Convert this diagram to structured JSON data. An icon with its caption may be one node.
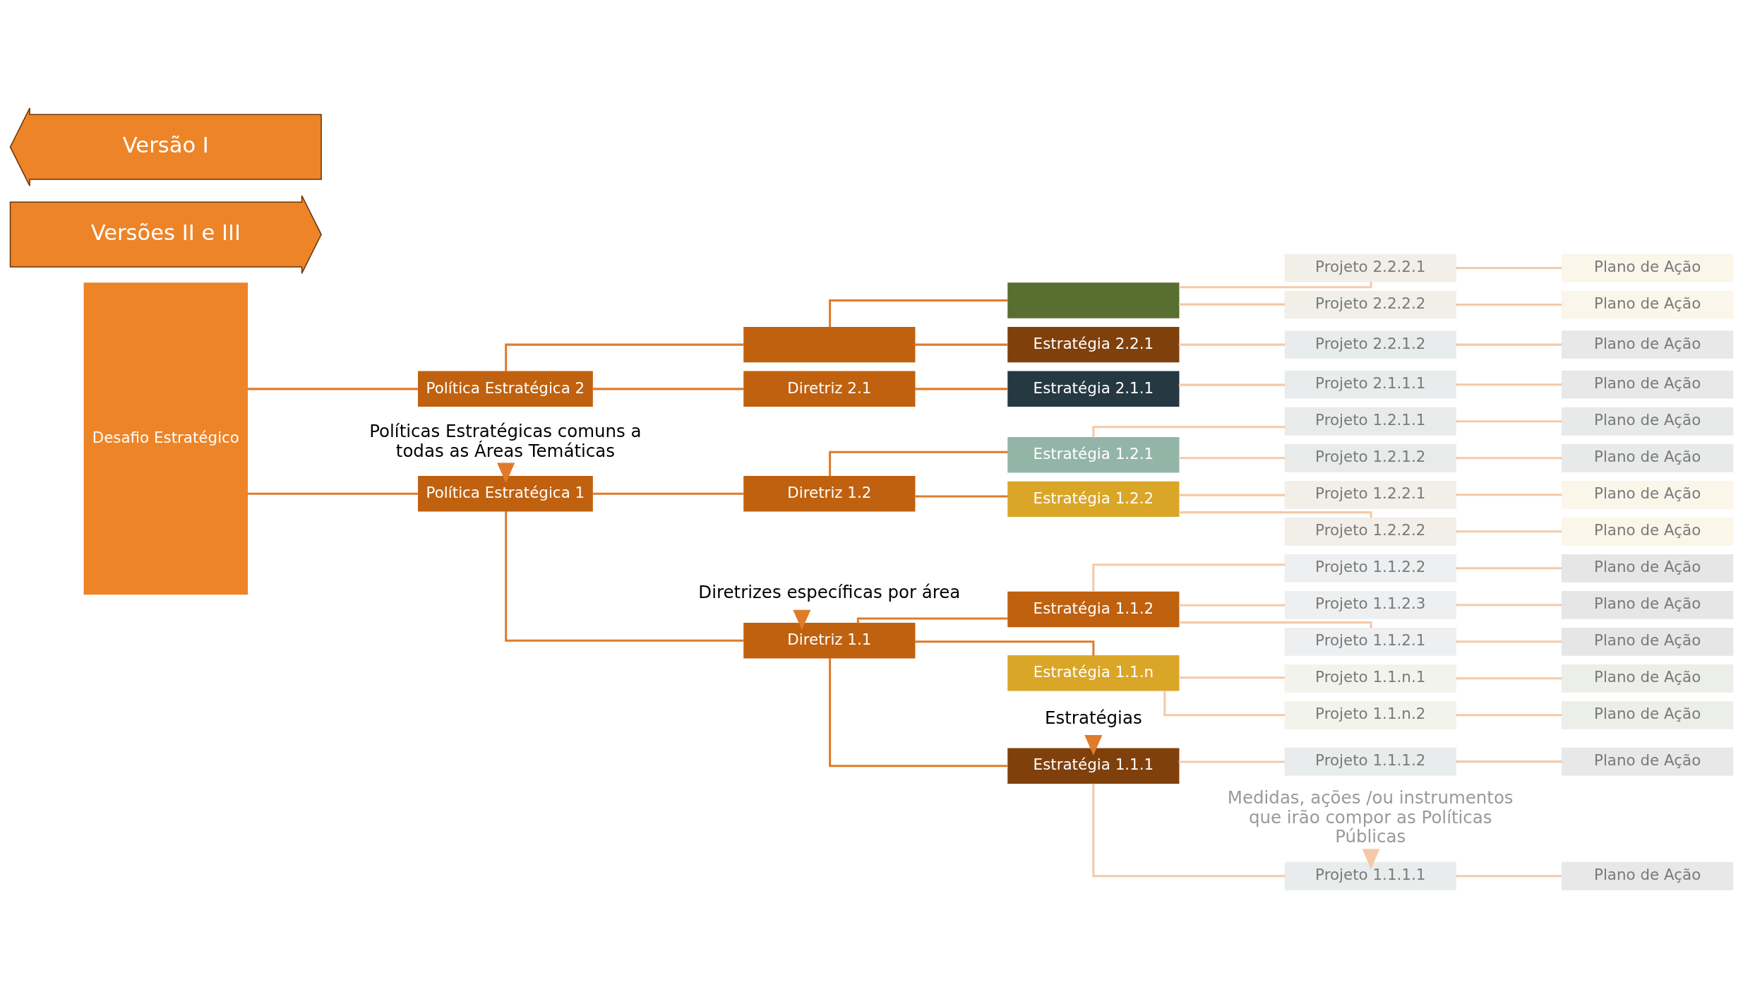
{
  "diagram": {
    "nodes": [
      {
        "text": [
          "Desafio Estratégico"
        ]
      },
      {
        "text": [
          "Política Estratégica 1"
        ]
      },
      {
        "text": [
          "Política Estratégica 2"
        ]
      },
      {
        "text": [
          "Diretriz 1.1"
        ]
      },
      {
        "text": [
          "Diretriz 1.2"
        ]
      },
      {
        "text": [
          "Diretriz 2.1"
        ]
      },
      {
        "text": [],
        "shape": "box"
      },
      {
        "text": [
          "Estratégia 1.1.1"
        ]
      },
      {
        "text": [
          "Estratégia 1.1.2"
        ]
      },
      {
        "text": [
          "Estratégia 1.1.n"
        ]
      },
      {
        "text": [
          "Estratégia 1.2.1"
        ]
      },
      {
        "text": [
          "Estratégia 1.2.2"
        ]
      },
      {
        "text": [
          "Estratégia 2.1.1"
        ]
      },
      {
        "text": [
          "Estratégia 2.2.1"
        ]
      },
      {
        "text": [],
        "shape": "box"
      },
      {
        "text": [
          "Projeto 1.1.1.1"
        ]
      },
      {
        "text": [
          "Projeto 1.1.1.2"
        ]
      },
      {
        "text": [
          "Projeto 1.1.2.1"
        ]
      },
      {
        "text": [
          "Projeto 1.1.2.2"
        ]
      },
      {
        "text": [
          "Projeto 1.1.2.3"
        ]
      },
      {
        "text": [
          "Projeto 1.1.n.1"
        ]
      },
      {
        "text": [
          "Projeto 1.1.n.2"
        ]
      },
      {
        "text": [
          "Projeto 1.2.1.1"
        ]
      },
      {
        "text": [
          "Projeto 1.2.1.2"
        ]
      },
      {
        "text": [
          "Projeto 1.2.2.1"
        ]
      },
      {
        "text": [
          "Projeto 1.2.2.2"
        ]
      },
      {
        "text": [
          "Projeto 2.1.1.1"
        ]
      },
      {
        "text": [
          "Projeto 2.2.1.2"
        ]
      },
      {
        "text": [
          "Projeto 2.2.2.1"
        ]
      },
      {
        "text": [
          "Projeto 2.2.2.2"
        ]
      },
      {
        "text": [
          "Plano de Ação"
        ]
      },
      {
        "text": [
          "Plano de Ação"
        ]
      },
      {
        "text": [
          "Plano de Ação"
        ]
      },
      {
        "text": [
          "Plano de Ação"
        ]
      },
      {
        "text": [
          "Plano de Ação"
        ]
      },
      {
        "text": [
          "Plano de Ação"
        ]
      },
      {
        "text": [
          "Plano de Ação"
        ]
      },
      {
        "text": [
          "Plano de Ação"
        ]
      },
      {
        "text": [
          "Plano de Ação"
        ]
      },
      {
        "text": [
          "Plano de Ação"
        ]
      },
      {
        "text": [
          "Plano de Ação"
        ]
      },
      {
        "text": [
          "Plano de Ação"
        ]
      },
      {
        "text": [
          "Plano de Ação"
        ]
      },
      {
        "text": [
          "Plano de Ação"
        ]
      },
      {
        "text": [
          "Plano de Ação"
        ]
      },
      {
        "text": [
          "Políticas Estratégicas comuns a todas as Áreas Temáticas"
        ]
      },
      {
        "text": [
          "Diretrizes específicas por área"
        ]
      },
      {
        "text": [
          "Estratégias"
        ]
      },
      {
        "text": [
          "Medidas, ações /ou instrumentos que irão compor as Políticas Públicas"
        ]
      },
      {
        "text": [
          "Versões II e III"
        ]
      },
      {
        "text": [
          "Versão I"
        ]
      }
    ],
    "edges": [
      {
        "from": 0,
        "to": 1,
        "arrow": "none",
        "color": "#e07b2a"
      },
      {
        "from": 0,
        "to": 2,
        "arrow": "none",
        "color": "#e07b2a"
      },
      {
        "from": 1,
        "to": 3,
        "arrow": "none",
        "color": "#e07b2a"
      },
      {
        "from": 1,
        "to": 4,
        "arrow": "none",
        "color": "#e07b2a"
      },
      {
        "from": 2,
        "to": 5,
        "arrow": "none",
        "color": "#e07b2a"
      },
      {
        "from": 2,
        "to": 6,
        "arrow": "none",
        "color": "#e07b2a"
      },
      {
        "from": 3,
        "to": 7,
        "arrow": "none",
        "color": "#e07b2a"
      },
      {
        "from": 3,
        "to": 8,
        "arrow": "none",
        "color": "#e07b2a"
      },
      {
        "from": 3,
        "to": 9,
        "arrow": "none",
        "color": "#e07b2a"
      },
      {
        "from": 4,
        "to": 10,
        "arrow": "none",
        "color": "#e07b2a"
      },
      {
        "from": 4,
        "to": 11,
        "arrow": "none",
        "color": "#e07b2a"
      },
      {
        "from": 5,
        "to": 12,
        "arrow": "none",
        "color": "#e07b2a"
      },
      {
        "from": 6,
        "to": 13,
        "arrow": "none",
        "color": "#e07b2a"
      },
      {
        "from": 6,
        "to": 14,
        "arrow": "none",
        "color": "#e07b2a"
      },
      {
        "from": 7,
        "to": 15,
        "arrow": "none"
      },
      {
        "from": 7,
        "to": 16,
        "arrow": "none"
      },
      {
        "from": 8,
        "to": 17,
        "arrow": "none"
      },
      {
        "from": 8,
        "to": 18,
        "arrow": "none"
      },
      {
        "from": 8,
        "to": 19,
        "arrow": "none"
      },
      {
        "from": 9,
        "to": 20,
        "arrow": "none"
      },
      {
        "from": 9,
        "to": 21,
        "arrow": "none"
      },
      {
        "from": 10,
        "to": 22,
        "arrow": "none"
      },
      {
        "from": 10,
        "to": 23,
        "arrow": "none"
      },
      {
        "from": 11,
        "to": 24,
        "arrow": "none"
      },
      {
        "from": 11,
        "to": 25,
        "arrow": "none"
      },
      {
        "from": 12,
        "to": 26,
        "arrow": "none"
      },
      {
        "from": 13,
        "to": 27,
        "arrow": "none"
      },
      {
        "from": 14,
        "to": 28,
        "arrow": "none"
      },
      {
        "from": 14,
        "to": 29,
        "arrow": "none"
      },
      {
        "from": 15,
        "to": 30,
        "arrow": "none"
      },
      {
        "from": 16,
        "to": 31,
        "arrow": "none"
      },
      {
        "from": 17,
        "to": 32,
        "arrow": "none"
      },
      {
        "from": 18,
        "to": 33,
        "arrow": "none"
      },
      {
        "from": 19,
        "to": 34,
        "arrow": "none"
      },
      {
        "from": 20,
        "to": 35,
        "arrow": "none"
      },
      {
        "from": 21,
        "to": 36,
        "arrow": "none"
      },
      {
        "from": 22,
        "to": 37,
        "arrow": "none"
      },
      {
        "from": 23,
        "to": 38,
        "arrow": "none"
      },
      {
        "from": 24,
        "to": 39,
        "arrow": "none"
      },
      {
        "from": 25,
        "to": 40,
        "arrow": "none"
      },
      {
        "from": 26,
        "to": 41,
        "arrow": "none"
      },
      {
        "from": 27,
        "to": 42,
        "arrow": "none"
      },
      {
        "from": 28,
        "to": 43,
        "arrow": "none"
      },
      {
        "from": 29,
        "to": 44,
        "arrow": "none"
      },
      {
        "from": 45,
        "to": 1,
        "arrow": "to",
        "style": "thick",
        "color": "#e07b2a"
      },
      {
        "from": 46,
        "to": 3,
        "arrow": "to",
        "style": "thick",
        "color": "#e07b2a"
      },
      {
        "from": 47,
        "to": 7,
        "arrow": "to",
        "style": "thick",
        "color": "#e07b2a"
      },
      {
        "from": 48,
        "to": 15,
        "arrow": "to",
        "style": "thick"
      }
    ]
  }
}
